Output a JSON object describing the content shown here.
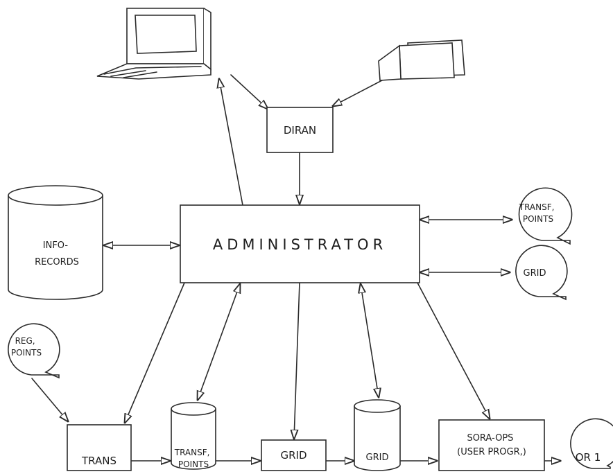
{
  "diagram": {
    "nodes": {
      "administrator": "ADMINISTRATOR",
      "diran": "DIRAN",
      "info_records": [
        "INFO-",
        "RECORDS"
      ],
      "transf_points_top": [
        "TRANSF,",
        "POINTS"
      ],
      "grid_right": "GRID",
      "reg_points": [
        "REG,",
        "POINTS"
      ],
      "trans": "TRANS",
      "transf_points_db": [
        "TRANSF,",
        "POINTS"
      ],
      "grid_process": "GRID",
      "grid_db": "GRID",
      "sora_ops": [
        "SORA-OPS",
        "(USER PROGR,)"
      ],
      "or1": "OR 1"
    },
    "icons": [
      "terminal-icon",
      "card-deck-icon",
      "database-icon",
      "document-icon"
    ],
    "colors": {
      "ink": "#2a2a2a",
      "paper": "#ffffff"
    }
  }
}
